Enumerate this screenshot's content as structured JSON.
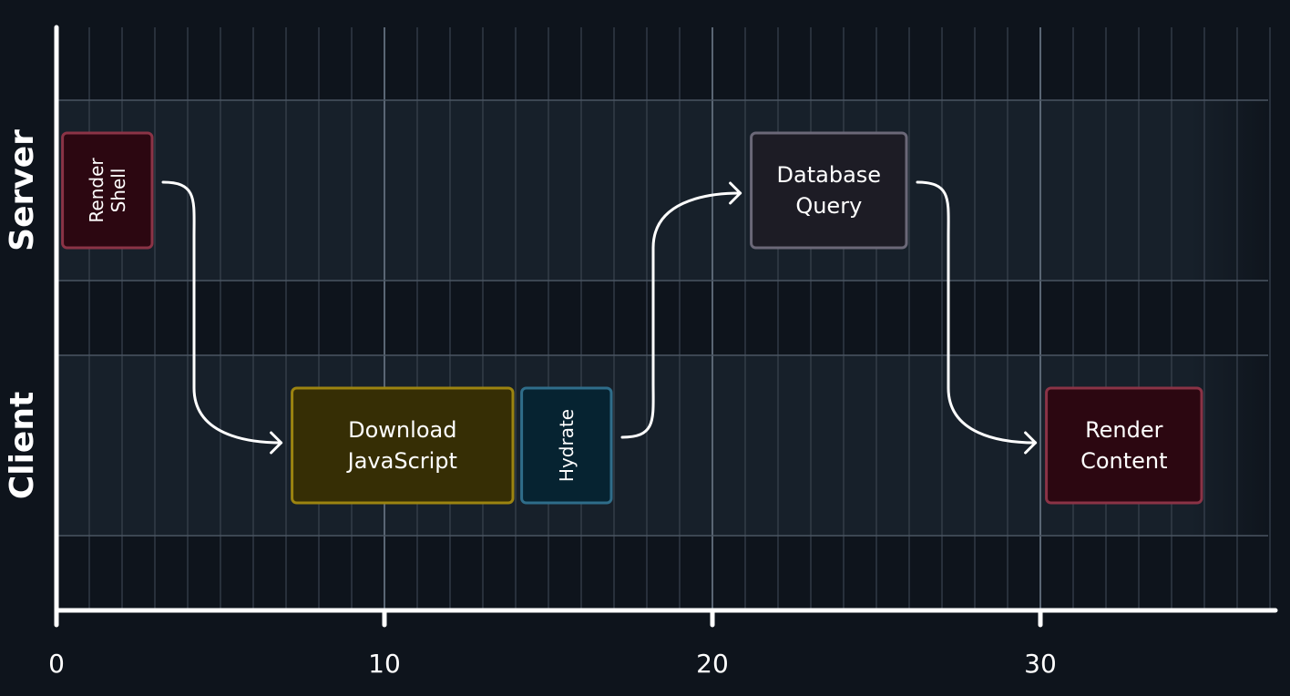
{
  "lanes": [
    {
      "id": "server",
      "label": "Server"
    },
    {
      "id": "client",
      "label": "Client"
    }
  ],
  "axis": {
    "min": 0,
    "max": 37,
    "ticks": [
      0,
      10,
      20,
      30
    ]
  },
  "tasks": [
    {
      "id": "render-shell",
      "lines": [
        "Render",
        "Shell"
      ],
      "lane": "server",
      "start": 0.1,
      "end": 3.0,
      "vertical": true,
      "fill": "#2c0711",
      "stroke": "#8b3346"
    },
    {
      "id": "download-javascript",
      "lines": [
        "Download",
        "JavaScript"
      ],
      "lane": "client",
      "start": 7.1,
      "end": 14.0,
      "vertical": false,
      "fill": "#362e05",
      "stroke": "#9c8410"
    },
    {
      "id": "hydrate",
      "lines": [
        "Hydrate"
      ],
      "lane": "client",
      "start": 14.1,
      "end": 17.0,
      "vertical": true,
      "fill": "#062331",
      "stroke": "#2f6d8a"
    },
    {
      "id": "database-query",
      "lines": [
        "Database",
        "Query"
      ],
      "lane": "server",
      "start": 21.1,
      "end": 26.0,
      "vertical": false,
      "fill": "#1d1c25",
      "stroke": "#6b6878"
    },
    {
      "id": "render-content",
      "lines": [
        "Render",
        "Content"
      ],
      "lane": "client",
      "start": 30.1,
      "end": 35.0,
      "vertical": false,
      "fill": "#2c0711",
      "stroke": "#8b3346"
    }
  ],
  "arrows": [
    {
      "from": "render-shell",
      "to": "download-javascript"
    },
    {
      "from": "hydrate",
      "to": "database-query"
    },
    {
      "from": "database-query",
      "to": "render-content"
    }
  ]
}
